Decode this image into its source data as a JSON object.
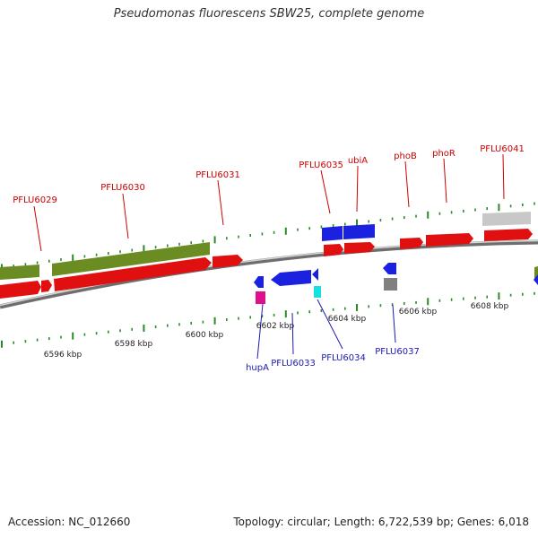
{
  "title": "Pseudomonas fluorescens SBW25, complete genome",
  "footer": {
    "accession": "Accession: NC_012660",
    "summary": "Topology: circular; Length: 6,722,539 bp; Genes: 6,018"
  },
  "colors": {
    "cds": "#e01010",
    "green_feature": "#6b8c23",
    "blue_feature": "#1a22e0",
    "magenta_feature": "#e0108c",
    "cyan_feature": "#18e0e0",
    "gray_feature": "#808080",
    "light_gray_feature": "#c8c8c8",
    "tick": "#2a8a2a",
    "top_label": "#cc0000",
    "bottom_label": "#1a1ab3",
    "backbone": "#7a7a7a"
  },
  "scale_labels": [
    "6596 kbp",
    "6598 kbp",
    "6600 kbp",
    "6602 kbp",
    "6604 kbp",
    "6606 kbp",
    "6608 kbp"
  ],
  "top_genes": [
    "PFLU6029",
    "PFLU6030",
    "PFLU6031",
    "PFLU6035",
    "ubiA",
    "phoB",
    "phoR",
    "PFLU6041"
  ],
  "bottom_genes": [
    "hupA",
    "PFLU6033",
    "PFLU6034",
    "PFLU6037"
  ]
}
